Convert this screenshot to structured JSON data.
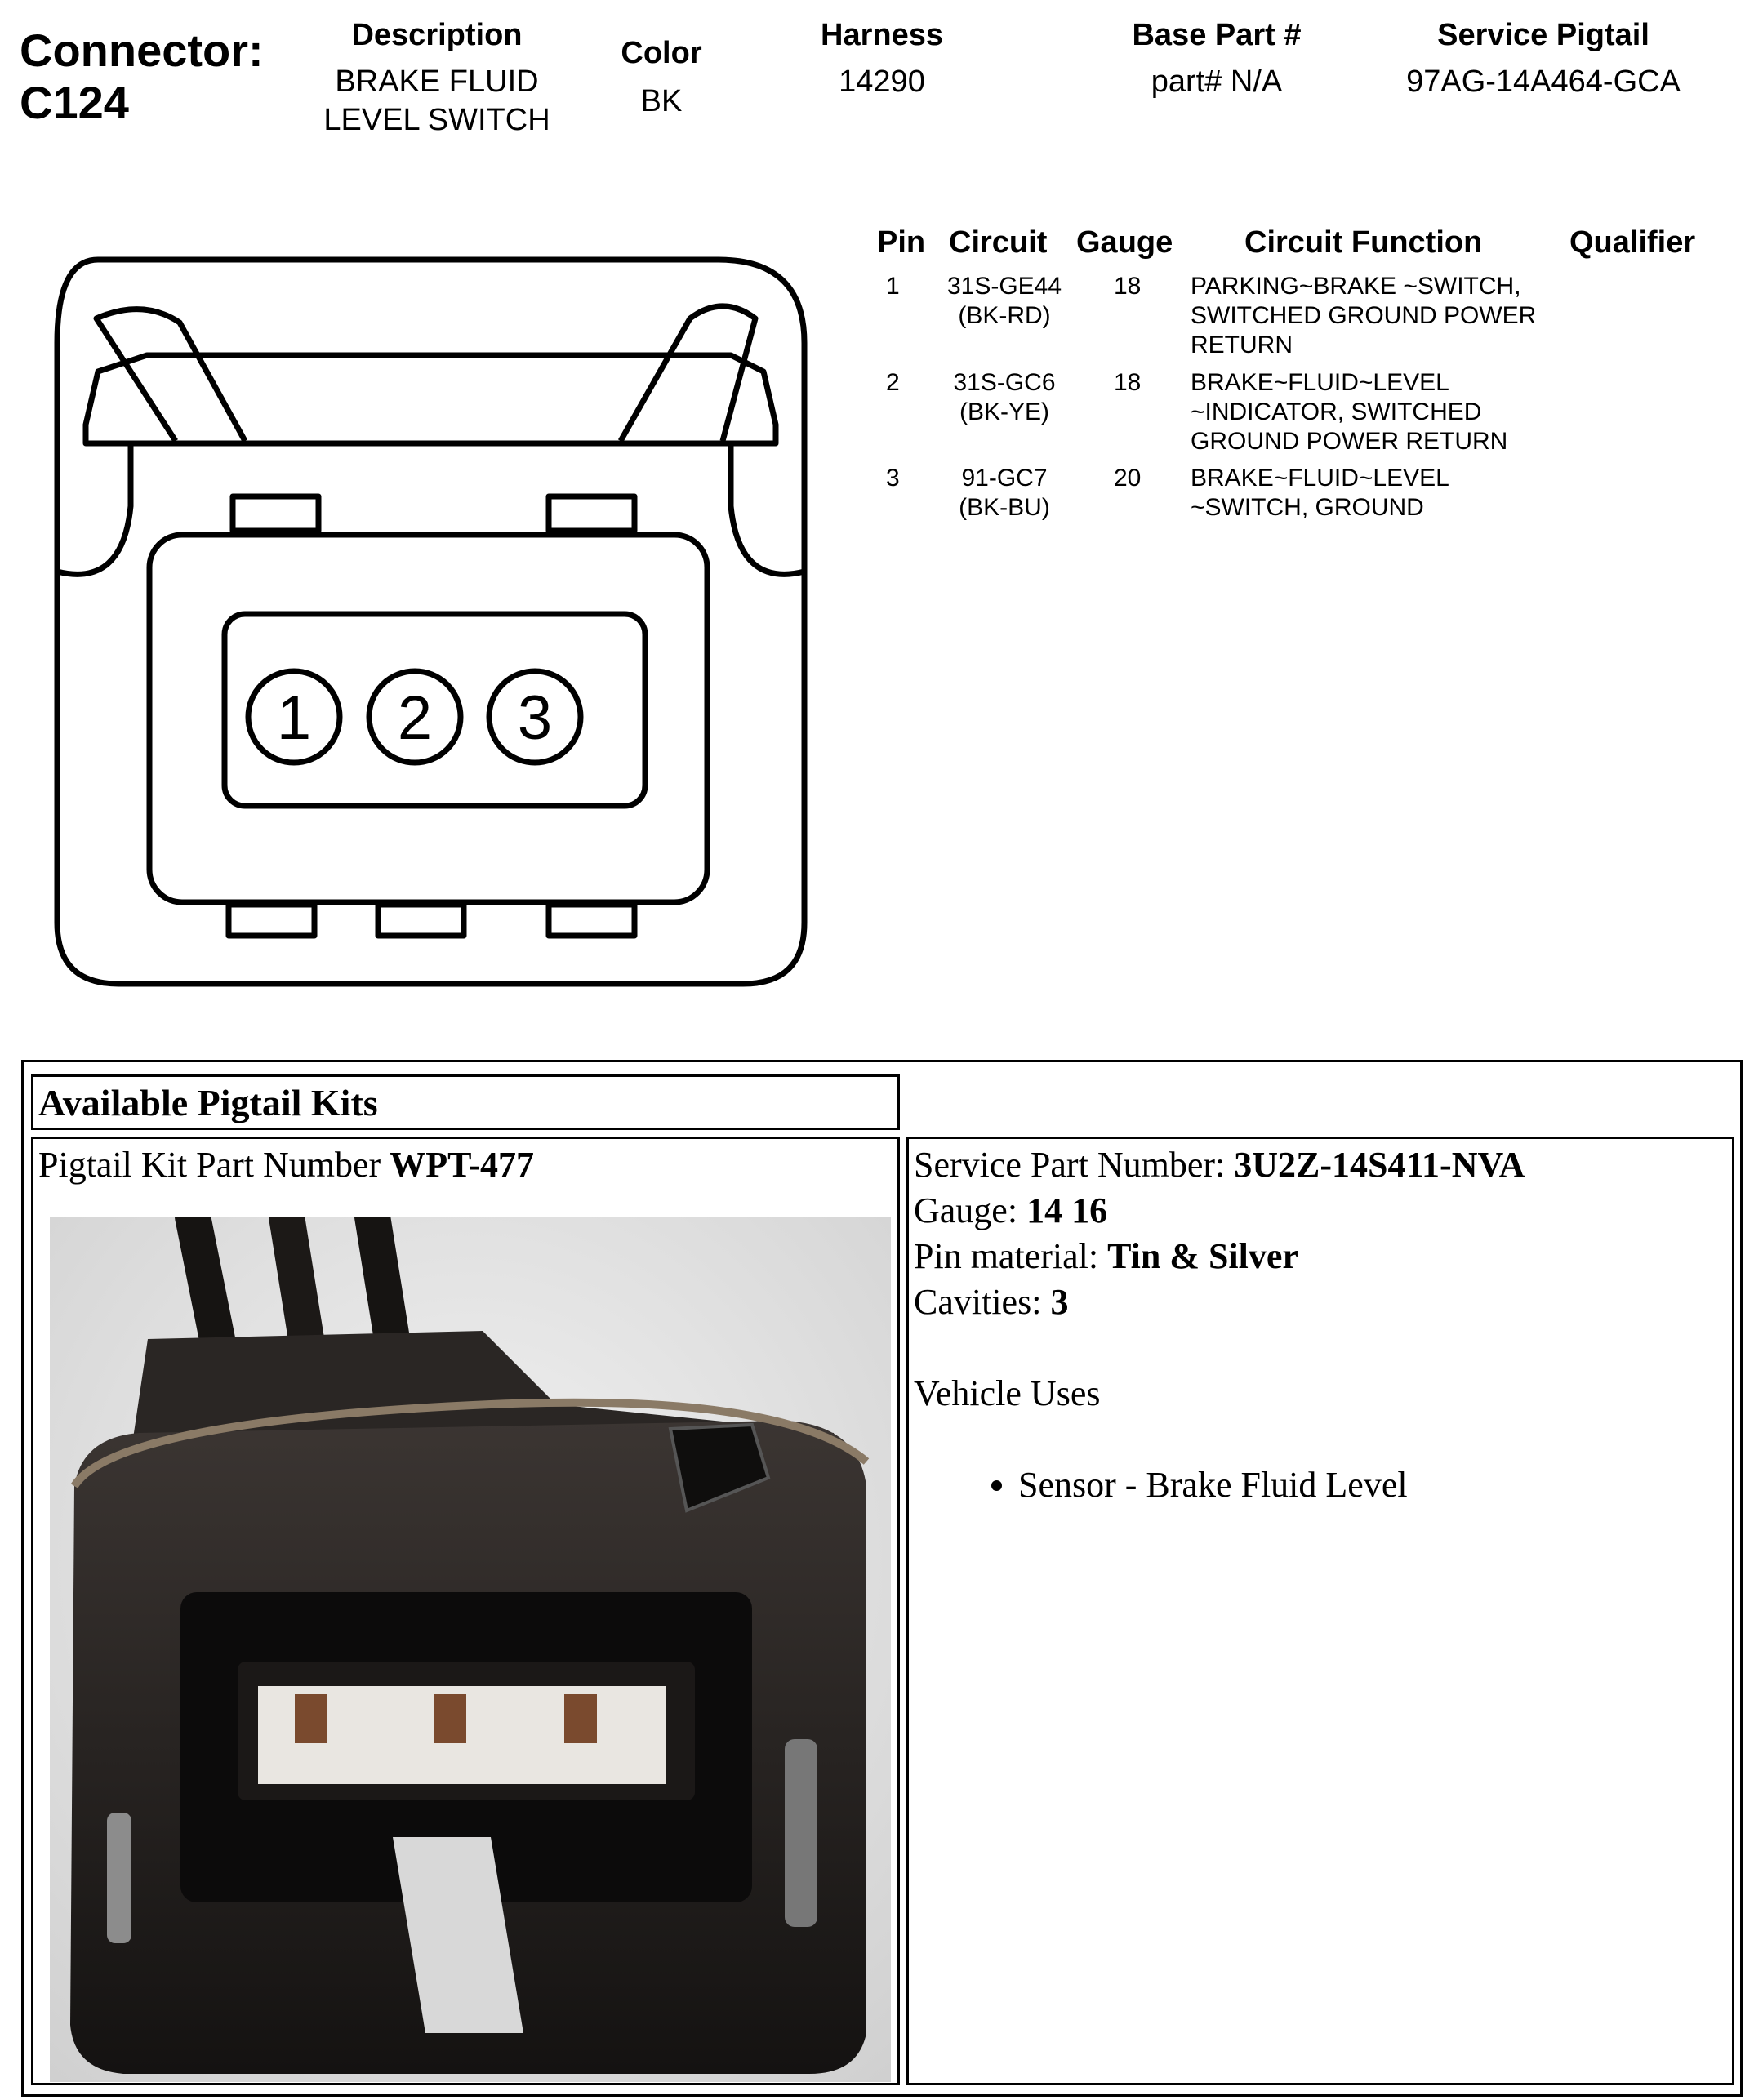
{
  "header": {
    "connector_label": "Connector:",
    "connector_id": "C124",
    "description": {
      "label": "Description",
      "line1": "BRAKE FLUID",
      "line2": "LEVEL SWITCH"
    },
    "color": {
      "label": "Color",
      "value": "BK"
    },
    "harness": {
      "label": "Harness",
      "value": "14290"
    },
    "base_part": {
      "label": "Base Part #",
      "value": "part# N/A"
    },
    "service_pigtail": {
      "label": "Service Pigtail",
      "value": "97AG-14A464-GCA"
    }
  },
  "diagram": {
    "pins": [
      "1",
      "2",
      "3"
    ]
  },
  "pin_table": {
    "headers": [
      "Pin",
      "Circuit",
      "Gauge",
      "Circuit Function",
      "Qualifier"
    ],
    "rows": [
      {
        "pin": "1",
        "circuit": [
          "31S-GE44",
          "(BK-RD)"
        ],
        "gauge": "18",
        "function": [
          "PARKING~BRAKE ~SWITCH,",
          "SWITCHED GROUND POWER",
          "RETURN"
        ],
        "qualifier": ""
      },
      {
        "pin": "2",
        "circuit": [
          "31S-GC6",
          "(BK-YE)"
        ],
        "gauge": "18",
        "function": [
          "BRAKE~FLUID~LEVEL",
          "~INDICATOR, SWITCHED",
          "GROUND POWER RETURN"
        ],
        "qualifier": ""
      },
      {
        "pin": "3",
        "circuit": [
          "91-GC7",
          "(BK-BU)"
        ],
        "gauge": "20",
        "function": [
          "BRAKE~FLUID~LEVEL",
          "~SWITCH, GROUND"
        ],
        "qualifier": ""
      }
    ]
  },
  "kits": {
    "title": "Available Pigtail Kits",
    "kit_label": "Pigtail Kit Part Number ",
    "kit_number": "WPT-477",
    "service_part_label": "Service Part Number: ",
    "service_part_value": "3U2Z-14S411-NVA",
    "gauge_label": "Gauge: ",
    "gauge_value": "14 16",
    "pin_material_label": "Pin material: ",
    "pin_material_value": "Tin & Silver",
    "cavities_label": "Cavities: ",
    "cavities_value": "3",
    "vehicle_uses_label": "Vehicle Uses",
    "vehicle_uses": [
      "Sensor - Brake Fluid Level"
    ]
  }
}
